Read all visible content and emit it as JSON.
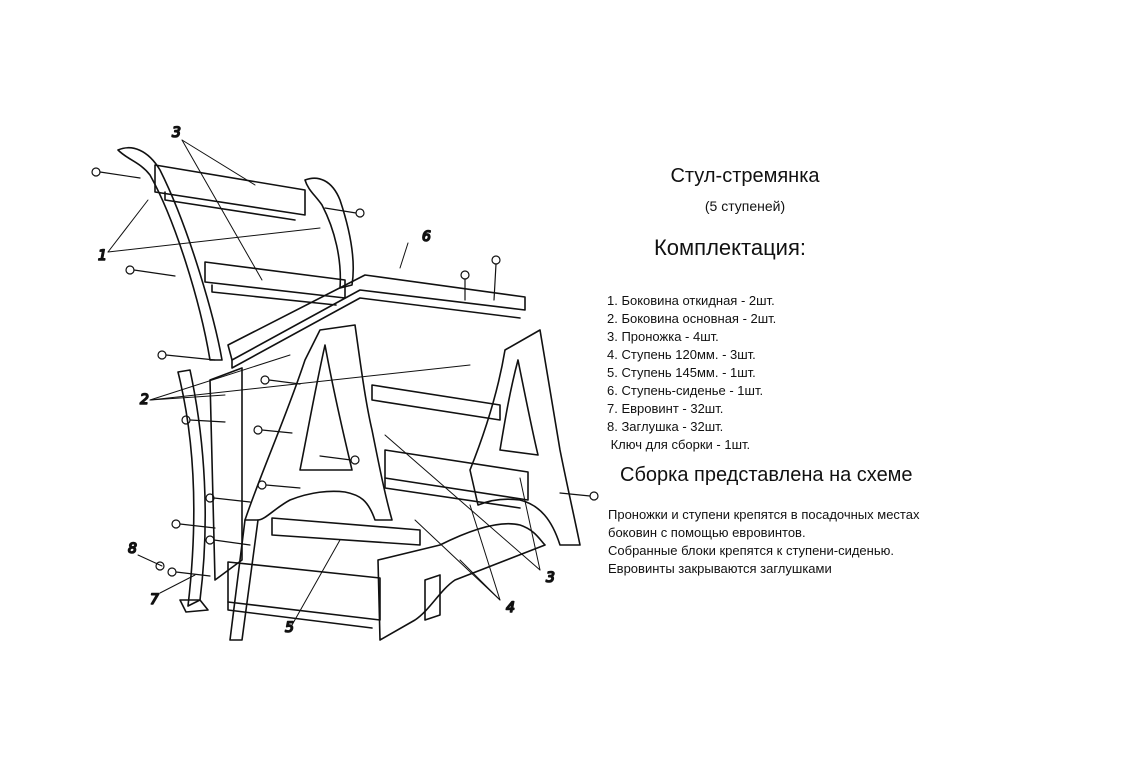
{
  "title": "Стул-стремянка",
  "subtitle": "(5 ступеней)",
  "kit_heading": "Комплектация:",
  "kit_items": [
    "1. Боковина откидная - 2шт.",
    "2. Боковина основная - 2шт.",
    "3. Проножка - 4шт.",
    "4. Ступень 120мм. - 3шт.",
    "5. Ступень 145мм. - 1шт.",
    "6. Ступень-сиденье - 1шт.",
    "7. Евровинт - 32шт.",
    "8. Заглушка - 32шт.",
    " Ключ для сборки - 1шт."
  ],
  "assembly_heading": "Сборка представлена на схеме",
  "notes": [
    "Проножки и ступени крепятся в посадочных местах",
    "боковин с помощью евровинтов.",
    "Собранные блоки крепятся к ступени-сиденью.",
    "Евровинты закрываются заглушками"
  ],
  "callouts": {
    "c1": "1",
    "c2": "2",
    "c3_top": "3",
    "c3_bottom": "3",
    "c4": "4",
    "c5": "5",
    "c6": "6",
    "c7": "7",
    "c8": "8"
  }
}
